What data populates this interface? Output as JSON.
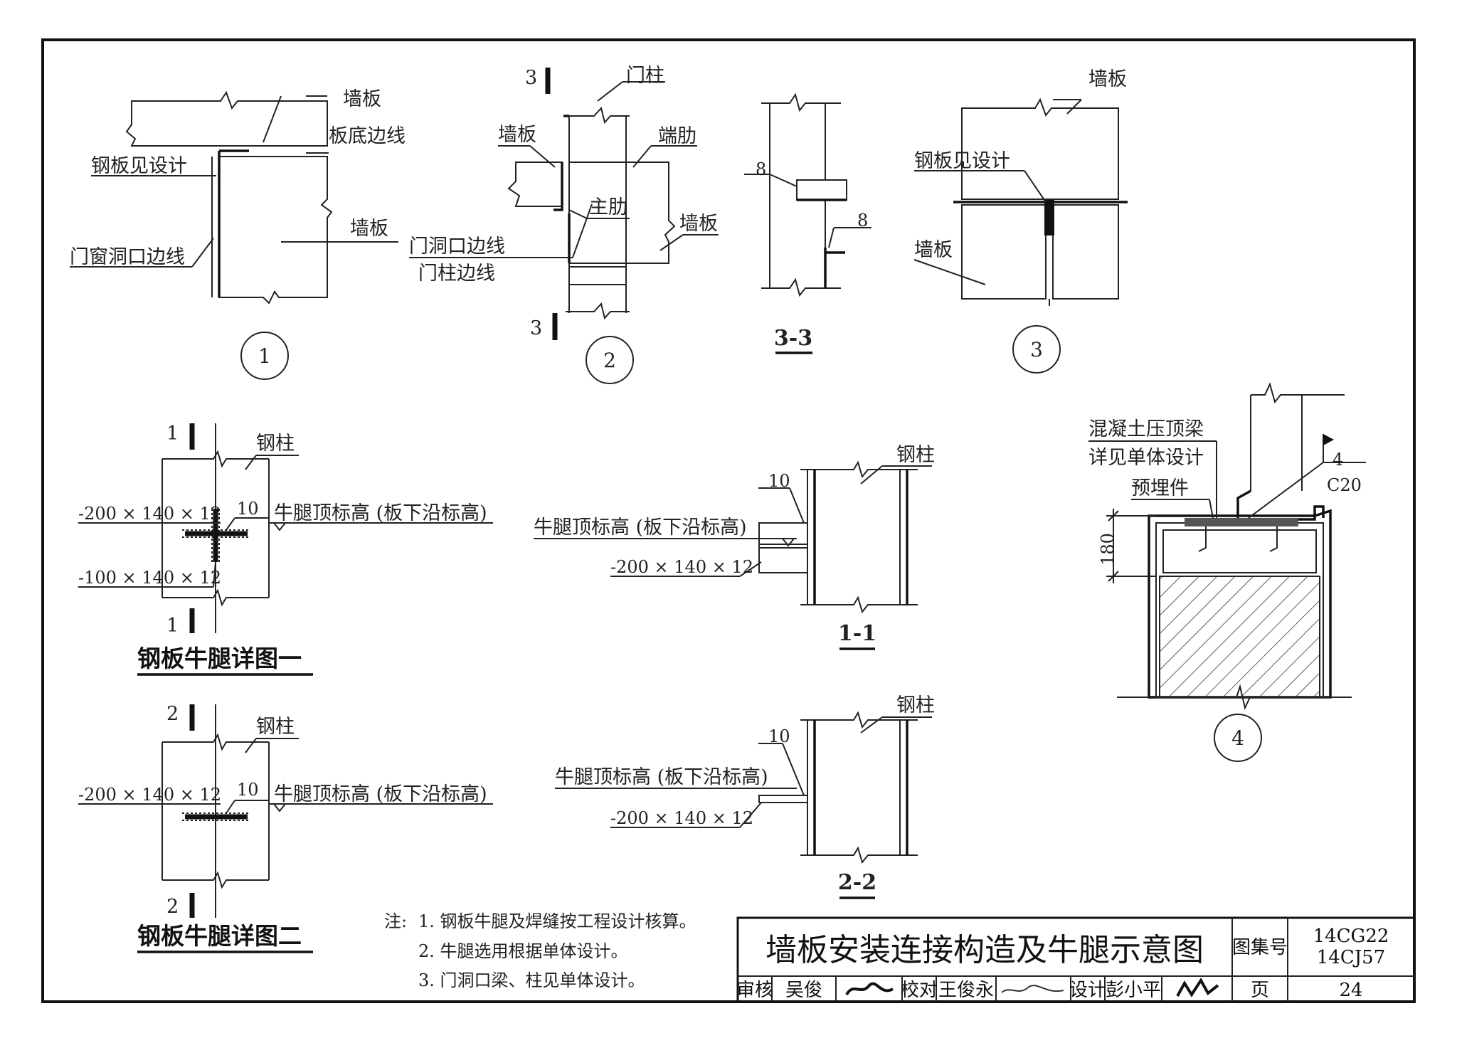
{
  "detail1": {
    "wall_panel_top": "墙板",
    "panel_bottom_edge": "板底边线",
    "steel_plate": "钢板见设计",
    "opening_edge": "门窗洞口边线",
    "wall_panel": "墙板",
    "number": "1"
  },
  "detail2": {
    "section_mark": "3",
    "door_post": "门柱",
    "wall_panel_left": "墙板",
    "end_rib": "端肋",
    "main_rib": "主肋",
    "wall_panel_right": "墙板",
    "door_opening_edge": "门洞口边线",
    "door_post_edge": "门柱边线",
    "number": "2"
  },
  "section33": {
    "weld": "8",
    "title": "3-3"
  },
  "detail3": {
    "wall_panel_top": "墙板",
    "steel_plate": "钢板见设计",
    "wall_panel_bottom": "墙板",
    "number": "3"
  },
  "detail4": {
    "beam": "混凝土压顶梁",
    "see_design": "详见单体设计",
    "embedded": "预埋件",
    "weld": "4",
    "concrete": "C20",
    "height": "180",
    "number": "4"
  },
  "corbel1": {
    "section_mark": "1",
    "steel_column": "钢柱",
    "plate_a": "-200 × 140 × 12",
    "plate_b": "-100 × 140 × 12",
    "weld": "10",
    "elevation": "牛腿顶标高 (板下沿标高)",
    "title": "钢板牛腿详图一"
  },
  "corbel2": {
    "section_mark": "2",
    "steel_column": "钢柱",
    "plate_a": "-200 × 140 × 12",
    "weld": "10",
    "elevation": "牛腿顶标高 (板下沿标高)",
    "title": "钢板牛腿详图二"
  },
  "section11": {
    "steel_column": "钢柱",
    "weld": "10",
    "elevation": "牛腿顶标高 (板下沿标高)",
    "plate": "-200 × 140 × 12",
    "title": "1-1"
  },
  "section22": {
    "steel_column": "钢柱",
    "weld": "10",
    "elevation": "牛腿顶标高 (板下沿标高)",
    "plate": "-200 × 140 × 12",
    "title": "2-2"
  },
  "notes": {
    "prefix": "注:",
    "items": [
      "1. 钢板牛腿及焊缝按工程设计核算。",
      "2. 牛腿选用根据单体设计。",
      "3. 门洞口梁、柱见单体设计。"
    ]
  },
  "title_block": {
    "title": "墙板安装连接构造及牛腿示意图",
    "atlas_label": "图集号",
    "atlas_no_1": "14CG22",
    "atlas_no_2": "14CJ57",
    "review": "审核",
    "reviewer": "吴俊",
    "check": "校对",
    "checker": "王俊永",
    "design": "设计",
    "designer": "彭小平",
    "page_label": "页",
    "page": "24"
  }
}
